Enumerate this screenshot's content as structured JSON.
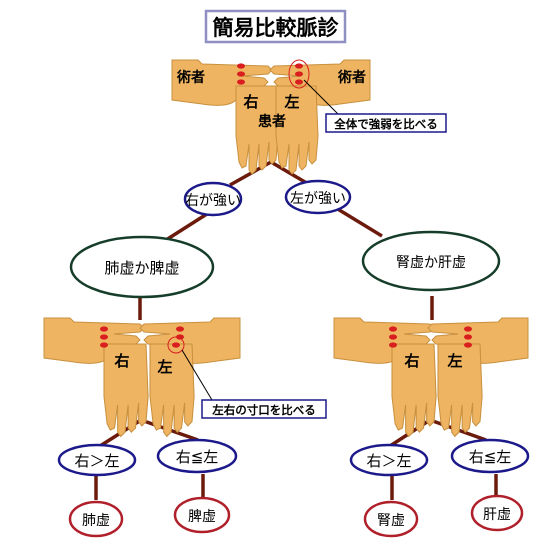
{
  "title": "簡易比較脈診",
  "top": {
    "practitioner_left": "術者",
    "practitioner_right": "術者",
    "right_hand": "右",
    "left_hand": "左",
    "patient": "患者",
    "callout": "全体で強弱を比べる"
  },
  "branch1": {
    "right_strong": "右が強い",
    "left_strong": "左が強い"
  },
  "hypotheses": {
    "left": "肺虚か脾虚",
    "right": "腎虚か肝虚"
  },
  "mid_left": {
    "right_hand": "右",
    "left_hand": "左",
    "callout": "左右の寸口を比べる"
  },
  "mid_right": {
    "right_hand": "右",
    "left_hand": "左"
  },
  "compare": {
    "ll": "右＞左",
    "lr": "右≦左",
    "rl": "右＞左",
    "rr": "右≦左"
  },
  "results": {
    "ll": "肺虚",
    "lr": "脾虚",
    "rl": "腎虚",
    "rr": "肝虚"
  },
  "colors": {
    "hand": "#eeb462",
    "hand_outline": "#c8913f",
    "pulse_dot": "#d81e1e",
    "line": "#6b1a0c",
    "blue": "#1c1a8a",
    "green": "#163d2a",
    "red": "#b0202a",
    "title_border": "#8f8fc4"
  }
}
